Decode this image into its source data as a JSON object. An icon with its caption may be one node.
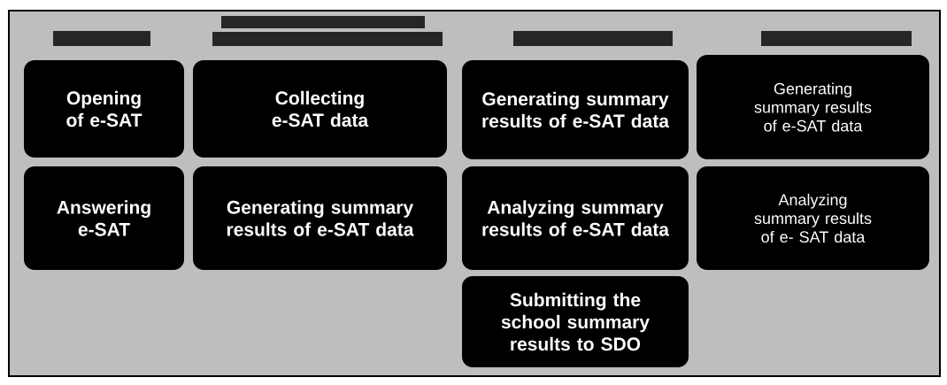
{
  "diagram": {
    "nodes": [
      {
        "text": [],
        "shape": "bar"
      },
      {
        "text": [],
        "shape": "bar"
      },
      {
        "text": [],
        "shape": "bar"
      },
      {
        "text": [],
        "shape": "bar"
      },
      {
        "text": [],
        "shape": "bar"
      },
      {
        "text": [
          "Opening of e-SAT"
        ]
      },
      {
        "text": [
          "Collecting e-SAT data"
        ]
      },
      {
        "text": [
          "Generating summary results of e-SAT data"
        ]
      },
      {
        "text": [
          "Generating summary results of e-SAT data"
        ]
      },
      {
        "text": [
          "Answering e-SAT"
        ]
      },
      {
        "text": [
          "Generating summary results of e-SAT data"
        ]
      },
      {
        "text": [
          "Analyzing summary results of e-SAT data"
        ]
      },
      {
        "text": [
          "Analyzing summary results of e- SAT data"
        ]
      },
      {
        "text": [
          "Submitting the school summary results to SDO"
        ]
      }
    ]
  }
}
